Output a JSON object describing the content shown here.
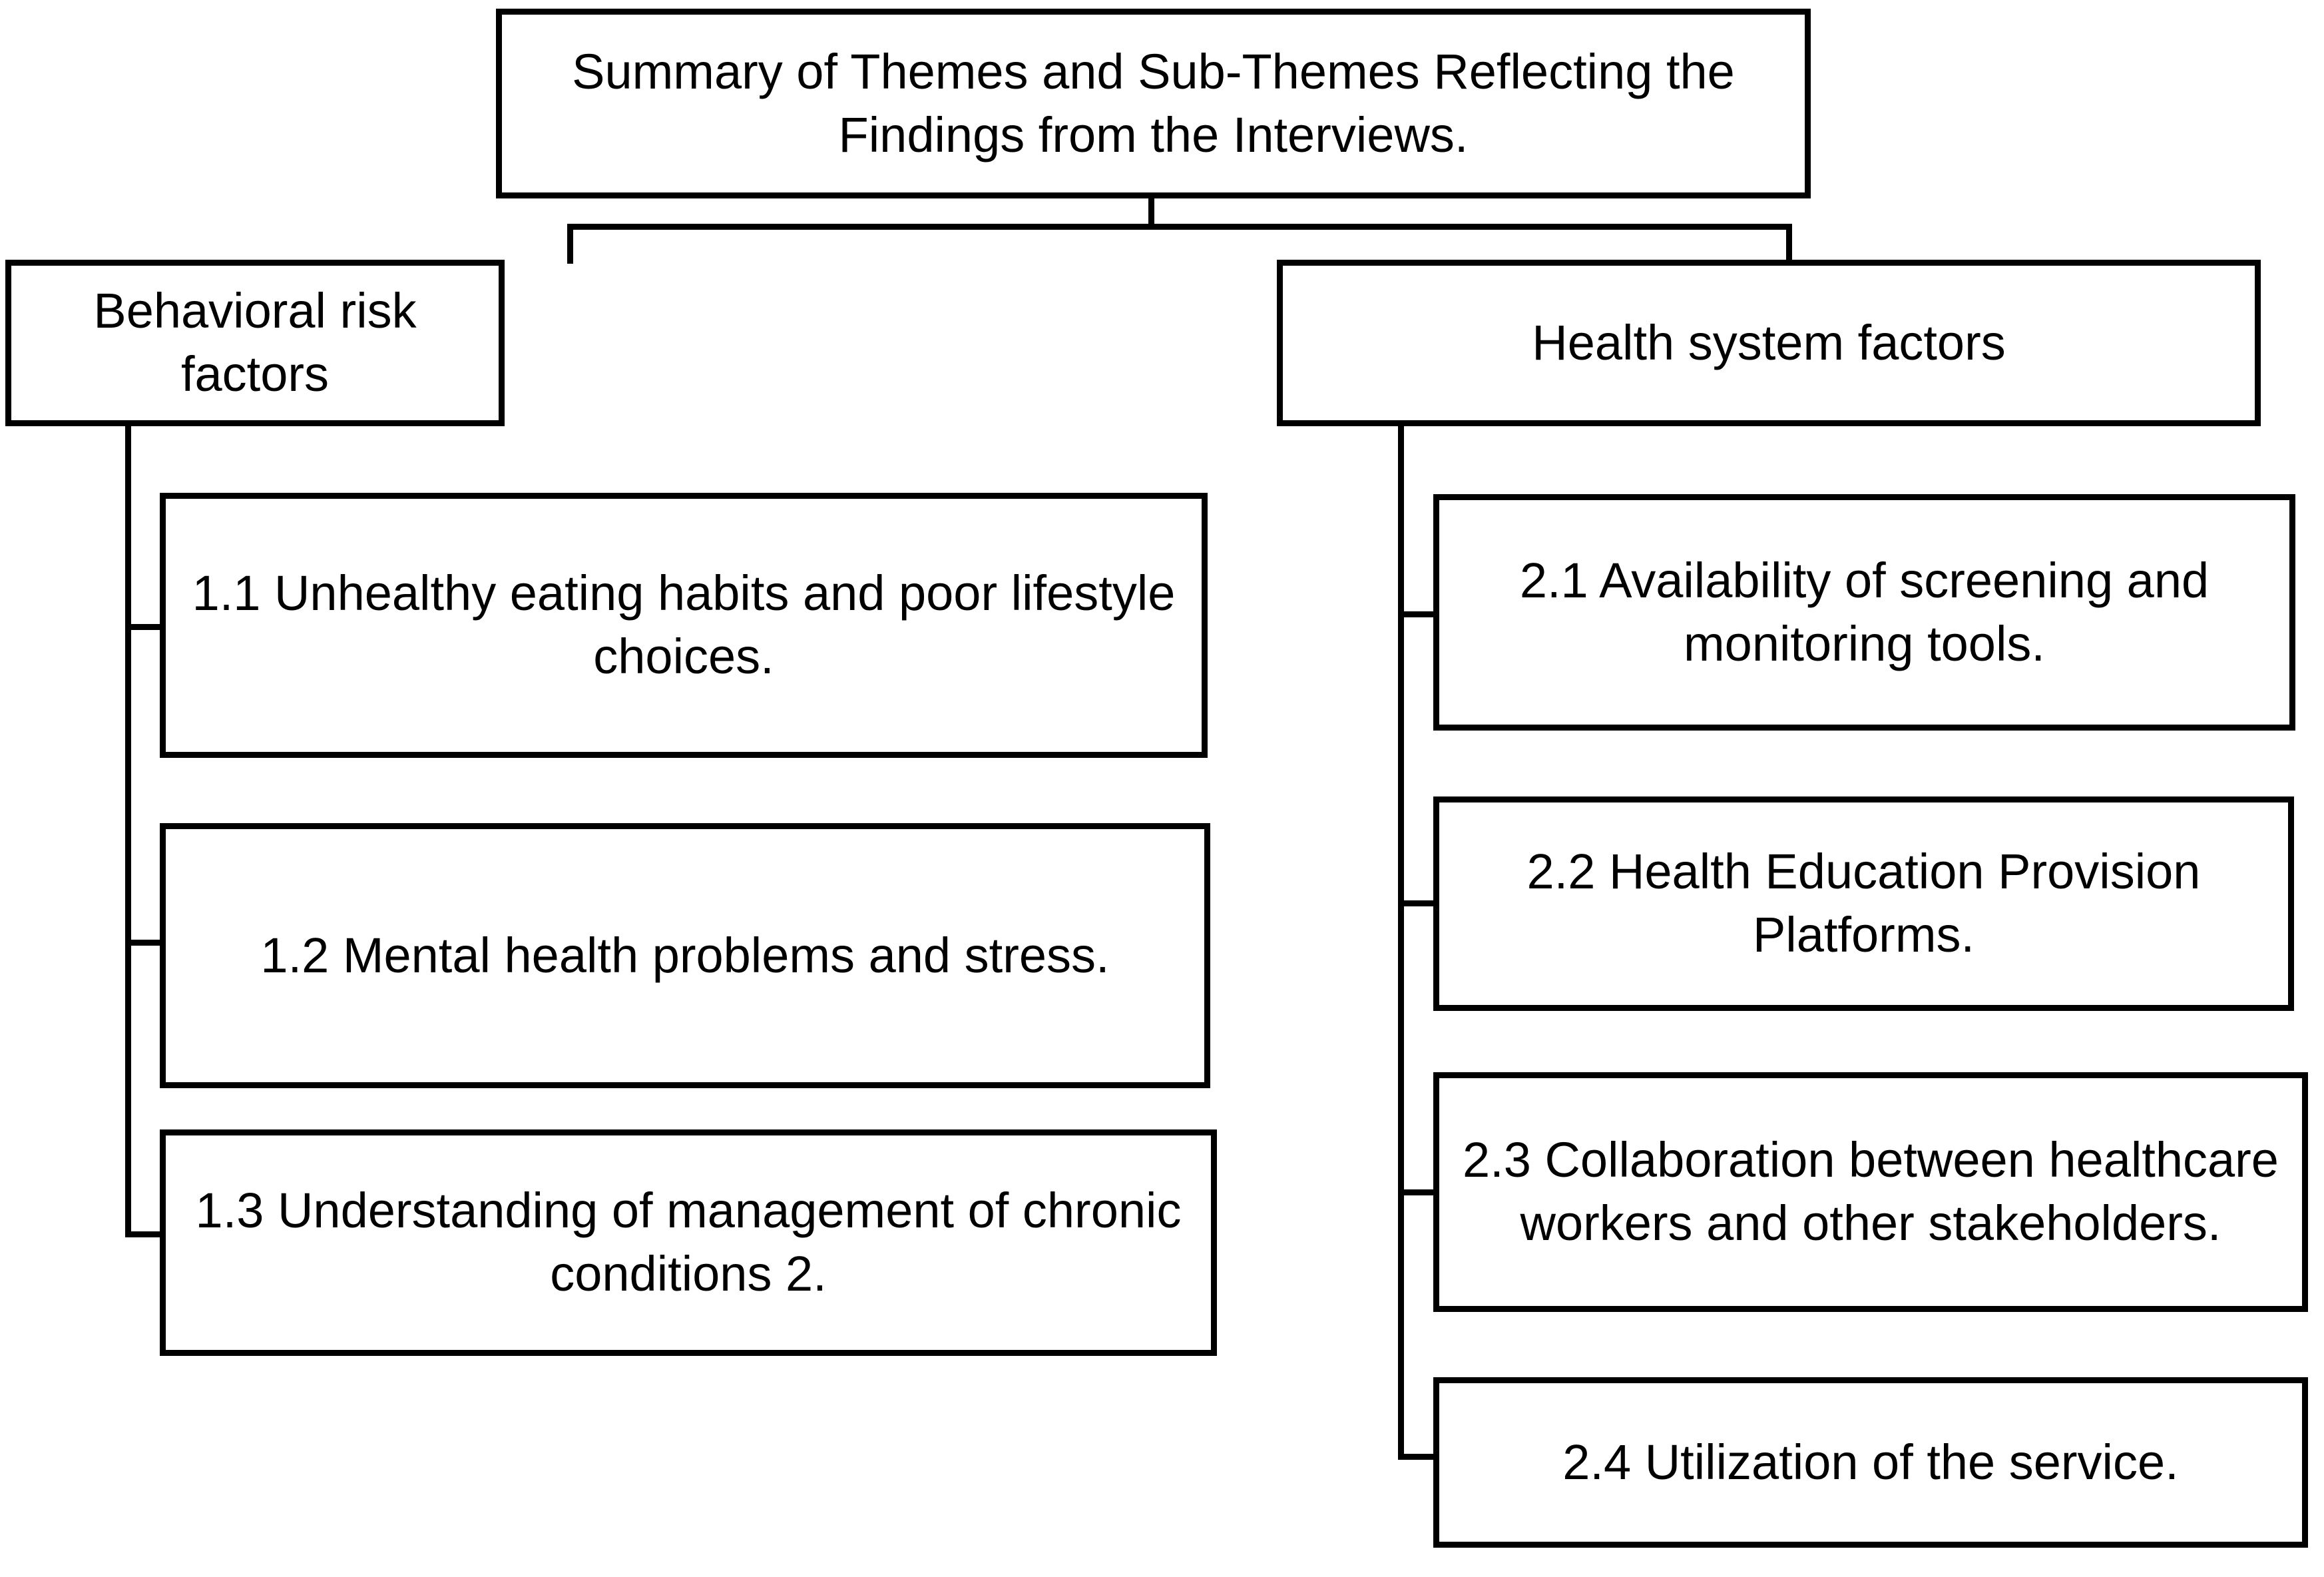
{
  "diagram": {
    "title_box": {
      "label": "Summary of Themes and Sub-Themes Reflecting the Findings from the Interviews."
    },
    "themes": [
      {
        "id": "theme-1",
        "label": "Behavioral risk factors",
        "subthemes": [
          {
            "id": "sub-1-1",
            "label": "1.1 Unhealthy eating habits and poor lifestyle choices."
          },
          {
            "id": "sub-1-2",
            "label": "1.2 Mental health problems and stress."
          },
          {
            "id": "sub-1-3",
            "label": "1.3 Understanding of management of chronic conditions 2."
          }
        ]
      },
      {
        "id": "theme-2",
        "label": "Health system factors",
        "subthemes": [
          {
            "id": "sub-2-1",
            "label": "2.1 Availability of screening and monitoring tools."
          },
          {
            "id": "sub-2-2",
            "label": "2.2 Health Education Provision Platforms."
          },
          {
            "id": "sub-2-3",
            "label": "2.3 Collaboration between healthcare workers and other stakeholders."
          },
          {
            "id": "sub-2-4",
            "label": "2.4 Utilization of the service."
          }
        ]
      }
    ],
    "colors": {
      "background": "#ffffff",
      "border": "#000000",
      "text": "#000000",
      "connector": "#000000"
    }
  }
}
